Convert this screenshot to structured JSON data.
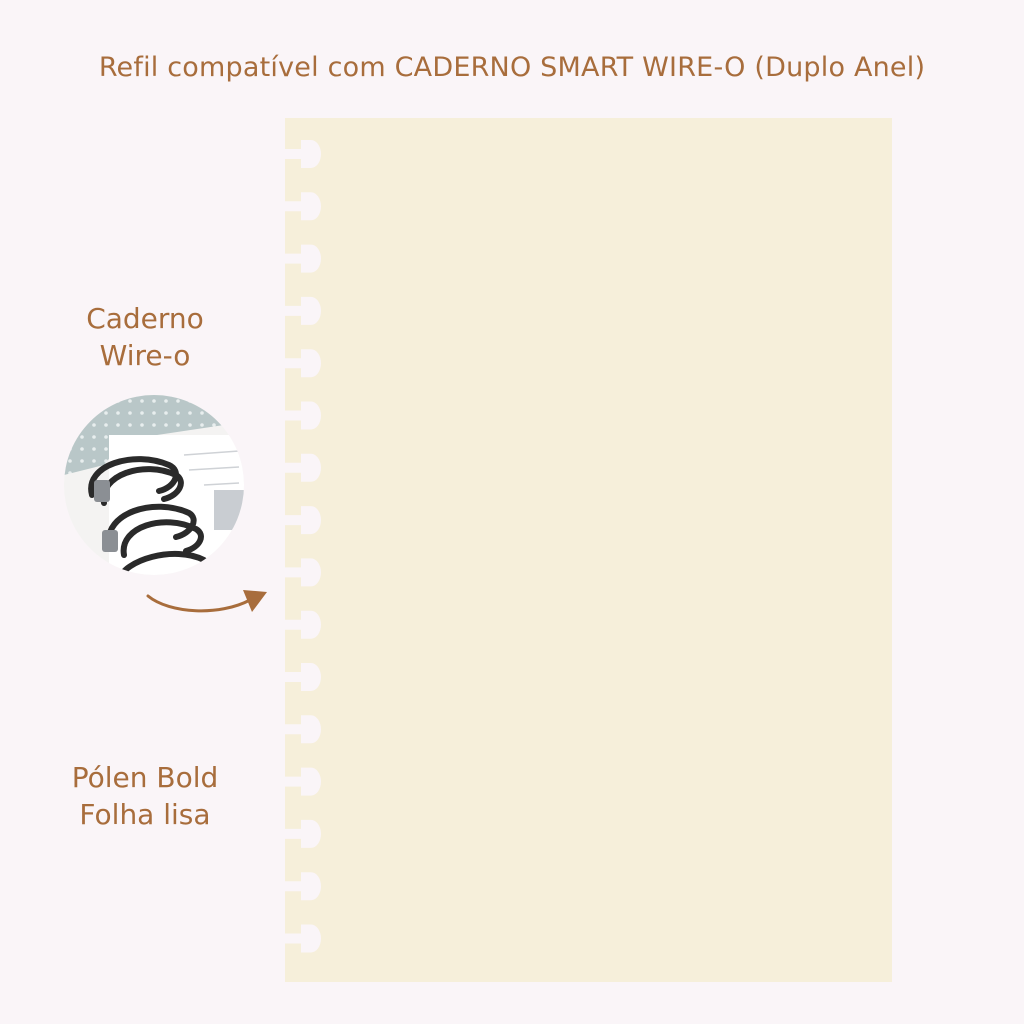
{
  "headline": "Refil compatível com CADERNO SMART WIRE-O (Duplo Anel)",
  "binding_label": {
    "line1": "Caderno",
    "line2": "Wire-o"
  },
  "paper_label": {
    "line1": "Pólen Bold",
    "line2": "Folha lisa"
  },
  "sheet": {
    "color": "#f6efda",
    "tab_count": 16
  },
  "colors": {
    "text": "#a86d3c",
    "background": "#faf5f8",
    "arrow": "#a86d3c"
  },
  "icons": {
    "binding_photo": "wire-o-binding-photo",
    "arrow": "curved-arrow-icon"
  }
}
